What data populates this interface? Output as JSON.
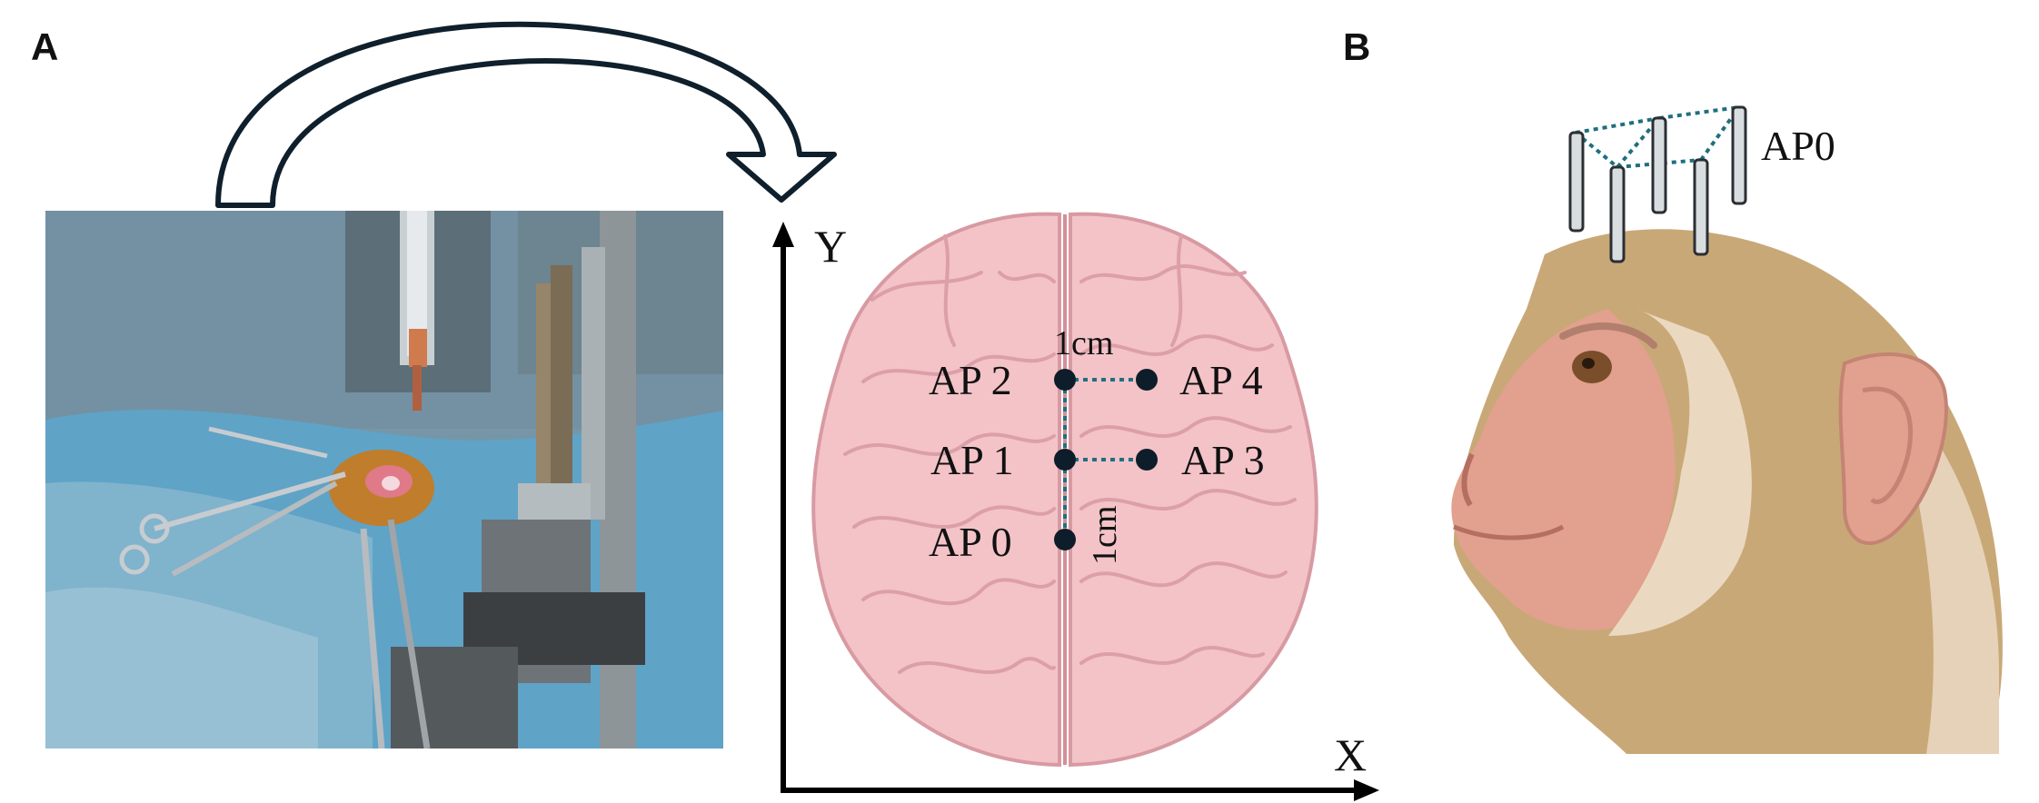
{
  "panels": {
    "a": {
      "label": "A"
    },
    "b": {
      "label": "B"
    }
  },
  "axes": {
    "x_label": "X",
    "y_label": "Y"
  },
  "brain": {
    "points": [
      {
        "id": "ap0",
        "label": "AP 0"
      },
      {
        "id": "ap1",
        "label": "AP 1"
      },
      {
        "id": "ap2",
        "label": "AP 2"
      },
      {
        "id": "ap3",
        "label": "AP 3"
      },
      {
        "id": "ap4",
        "label": "AP 4"
      }
    ],
    "scale_horizontal": "1cm",
    "scale_vertical": "1cm"
  },
  "monkey": {
    "electrode_label": "AP0"
  },
  "colors": {
    "brain_fill": "#f3c3c8",
    "brain_stroke": "#d89aa2",
    "dot": "#0e1d2a",
    "dotted_line": "#1f6f7f",
    "arrow_outline": "#0f1f2c",
    "fur": "#c9a878",
    "skin": "#e2a08e"
  }
}
